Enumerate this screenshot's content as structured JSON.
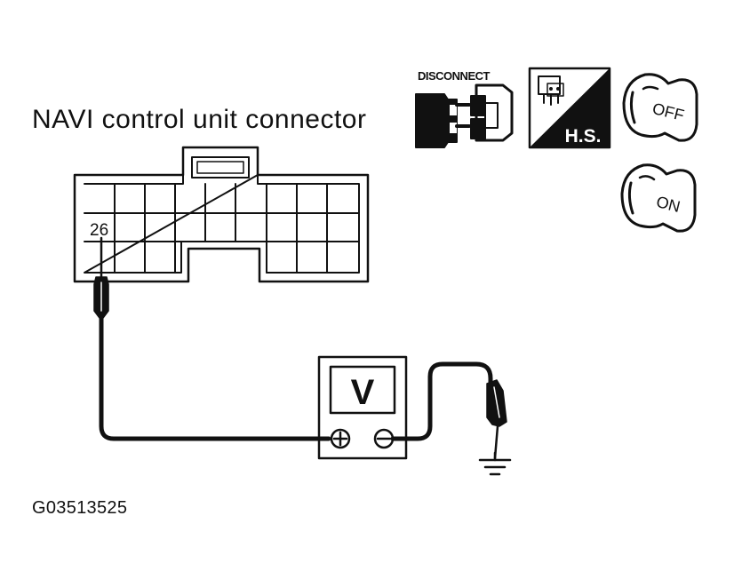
{
  "diagram": {
    "title": "NAVI control unit connector",
    "terminal_label": "26",
    "meter_label": "V",
    "figure_id": "G03513525"
  },
  "icons": {
    "disconnect_label": "DISCONNECT",
    "harness_side_label": "H.S.",
    "key_off_label": "OFF",
    "key_on_label": "ON"
  },
  "colors": {
    "ink": "#111111",
    "paper": "#ffffff"
  }
}
